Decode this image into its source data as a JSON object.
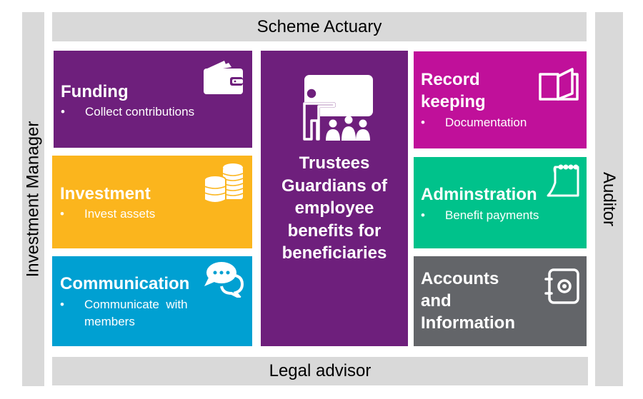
{
  "bands": {
    "top": "Scheme Actuary",
    "bottom": "Legal advisor",
    "left": "Investment Manager",
    "right": "Auditor"
  },
  "colors": {
    "band": "#d9d9d9",
    "funding": "#6e1f7c",
    "investment": "#fbb51d",
    "communication": "#00a0d2",
    "trustees": "#6e1f7c",
    "record_keeping": "#c0109a",
    "administration": "#00c28b",
    "accounts": "#636569"
  },
  "boxes": {
    "funding": {
      "title": "Funding",
      "bullets": [
        "Collect contributions"
      ],
      "icon": "wallet-icon"
    },
    "investment": {
      "title": "Investment",
      "bullets": [
        "Invest assets"
      ],
      "icon": "coins-icon"
    },
    "communication": {
      "title": "Communication",
      "bullets": [
        "Communicate  with",
        "members"
      ],
      "icon": "chat-bubbles-icon"
    },
    "record_keeping": {
      "title_line1": "Record",
      "title_line2": "keeping",
      "bullets": [
        "Documentation"
      ],
      "icon": "book-icon"
    },
    "administration": {
      "title": "Adminstration",
      "bullets": [
        "Benefit payments"
      ],
      "icon": "calendar-icon"
    },
    "accounts": {
      "title_line1": "Accounts",
      "title_line2": "and",
      "title_line3": "Information",
      "icon": "safe-icon"
    }
  },
  "center": {
    "icon": "presentation-icon",
    "lines": [
      "Trustees",
      "Guardians of",
      "employee",
      "benefits for",
      "beneficiaries"
    ]
  },
  "bullet_char": "•"
}
